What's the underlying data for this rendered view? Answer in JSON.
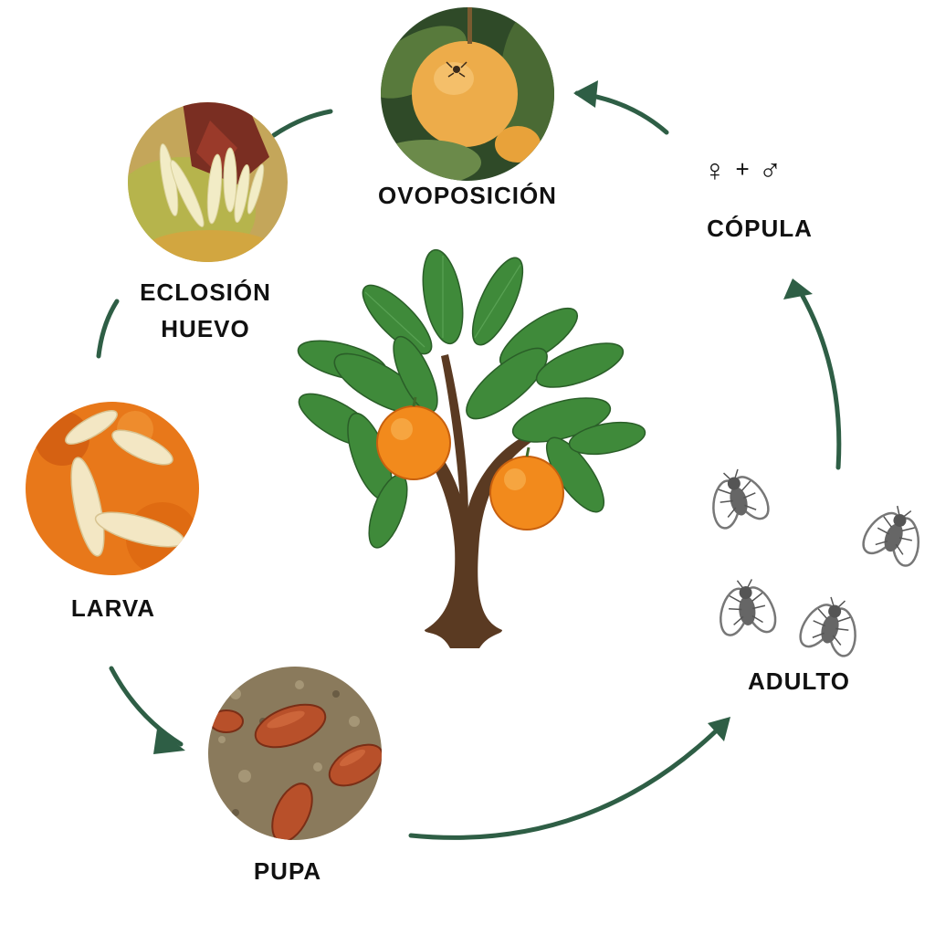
{
  "stages": {
    "ovoposicion": {
      "label": "OVOPOSICIÓN",
      "icon": "fruit-with-fly-photo"
    },
    "eclosion": {
      "label_line1": "ECLOSIÓN",
      "label_line2": "HUEVO",
      "icon": "hatching-eggs-photo"
    },
    "larva": {
      "label": "LARVA",
      "icon": "larvae-photo"
    },
    "pupa": {
      "label": "PUPA",
      "icon": "pupae-photo"
    },
    "adulto": {
      "label": "ADULTO",
      "icon": "fly-icon"
    },
    "copula": {
      "label": "CÓPULA",
      "female_symbol": "♀",
      "plus": "+",
      "male_symbol": "♂"
    }
  },
  "center_icon": "orange-tree-icon",
  "colors": {
    "arrow": "#2e5e45",
    "text": "#111111",
    "orange": "#f28a1c",
    "leaf": "#3f8a3a",
    "trunk": "#5a3a22",
    "fly": "#666666"
  }
}
